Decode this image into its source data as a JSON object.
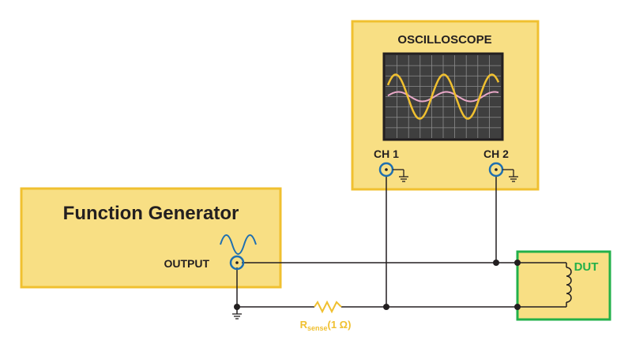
{
  "oscilloscope": {
    "title": "OSCILLOSCOPE",
    "ch1_label": "CH 1",
    "ch2_label": "CH 2"
  },
  "function_generator": {
    "title": "Function Generator",
    "output_label": "OUTPUT"
  },
  "dut": {
    "label": "DUT"
  },
  "resistor": {
    "symbol": "R",
    "subscript": "sense",
    "value": "(1 Ω)"
  },
  "colors": {
    "box_fill": "#f8df84",
    "box_border": "#f0c030",
    "dut_border": "#22b04a",
    "dut_label": "#22b04a",
    "jack": "#1f6fb0",
    "wire": "#231f20",
    "screen": "#3f3f3f",
    "grid": "#8c8c8c",
    "trace_ch1": "#f0c030",
    "trace_ch2": "#e9a8c8",
    "resistor": "#f0c030"
  },
  "icons": [
    "sine-wave-icon",
    "ground-icon",
    "inductor-icon",
    "resistor-icon",
    "bnc-jack-icon"
  ]
}
